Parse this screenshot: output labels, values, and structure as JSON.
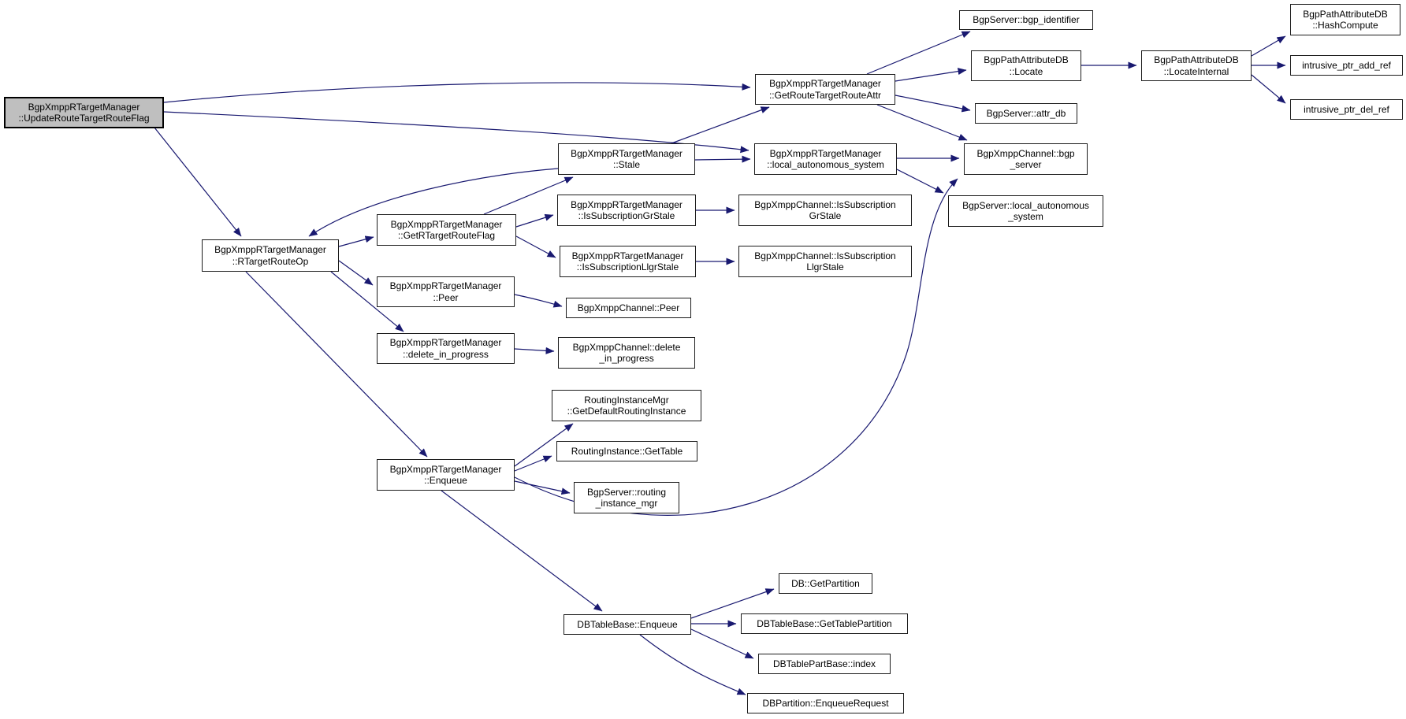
{
  "diagram": {
    "type": "call-graph",
    "background_color": "#ffffff",
    "edge_color": "#191970",
    "node_fill": "#ffffff",
    "node_border_color": "#1c1c1c",
    "root_node_fill": "#bfbfbf",
    "nodes": {
      "root": {
        "lines": [
          "BgpXmppRTargetManager",
          "::UpdateRouteTargetRouteFlag"
        ],
        "role": "root"
      },
      "rtarget_route_op": {
        "lines": [
          "BgpXmppRTargetManager",
          "::RTargetRouteOp"
        ]
      },
      "get_rtarget_route_flag": {
        "lines": [
          "BgpXmppRTargetManager",
          "::GetRTargetRouteFlag"
        ]
      },
      "mgr_peer": {
        "lines": [
          "BgpXmppRTargetManager",
          "::Peer"
        ]
      },
      "mgr_delete_in_progress": {
        "lines": [
          "BgpXmppRTargetManager",
          "::delete_in_progress"
        ]
      },
      "mgr_enqueue": {
        "lines": [
          "BgpXmppRTargetManager",
          "::Enqueue"
        ]
      },
      "stale": {
        "lines": [
          "BgpXmppRTargetManager",
          "::Stale"
        ]
      },
      "mgr_is_subscription_gr_stale": {
        "lines": [
          "BgpXmppRTargetManager",
          "::IsSubscriptionGrStale"
        ]
      },
      "mgr_is_subscription_llgr_stale": {
        "lines": [
          "BgpXmppRTargetManager",
          "::IsSubscriptionLlgrStale"
        ]
      },
      "channel_peer": {
        "lines": [
          "BgpXmppChannel::Peer"
        ]
      },
      "channel_delete_in_progress": {
        "lines": [
          "BgpXmppChannel::delete",
          "_in_progress"
        ]
      },
      "mgr_get_default_routing_instance": {
        "lines": [
          "RoutingInstanceMgr",
          "::GetDefaultRoutingInstance"
        ]
      },
      "routing_instance_get_table": {
        "lines": [
          "RoutingInstance::GetTable"
        ]
      },
      "server_routing_instance_mgr": {
        "lines": [
          "BgpServer::routing",
          "_instance_mgr"
        ]
      },
      "dbtablebase_enqueue": {
        "lines": [
          "DBTableBase::Enqueue"
        ]
      },
      "get_route_target_route_attr": {
        "lines": [
          "BgpXmppRTargetManager",
          "::GetRouteTargetRouteAttr"
        ]
      },
      "mgr_local_autonomous_system": {
        "lines": [
          "BgpXmppRTargetManager",
          "::local_autonomous_system"
        ]
      },
      "channel_is_subscription_gr_stale": {
        "lines": [
          "BgpXmppChannel::IsSubscription",
          "GrStale"
        ]
      },
      "channel_is_subscription_llgr_stale": {
        "lines": [
          "BgpXmppChannel::IsSubscription",
          "LlgrStale"
        ]
      },
      "db_get_partition": {
        "lines": [
          "DB::GetPartition"
        ]
      },
      "dbtablebase_get_table_partition": {
        "lines": [
          "DBTableBase::GetTablePartition"
        ]
      },
      "dbtablepartbase_index": {
        "lines": [
          "DBTablePartBase::index"
        ]
      },
      "dbpartition_enqueue_request": {
        "lines": [
          "DBPartition::EnqueueRequest"
        ]
      },
      "server_bgp_identifier": {
        "lines": [
          "BgpServer::bgp_identifier"
        ]
      },
      "pathattrdb_locate": {
        "lines": [
          "BgpPathAttributeDB",
          "::Locate"
        ]
      },
      "server_attr_db": {
        "lines": [
          "BgpServer::attr_db"
        ]
      },
      "channel_bgp_server": {
        "lines": [
          "BgpXmppChannel::bgp",
          "_server"
        ]
      },
      "server_local_autonomous_system": {
        "lines": [
          "BgpServer::local_autonomous",
          "_system"
        ]
      },
      "pathattrdb_locate_internal": {
        "lines": [
          "BgpPathAttributeDB",
          "::LocateInternal"
        ]
      },
      "pathattrdb_hash_compute": {
        "lines": [
          "BgpPathAttributeDB",
          "::HashCompute"
        ]
      },
      "intrusive_ptr_add_ref": {
        "lines": [
          "intrusive_ptr_add_ref"
        ]
      },
      "intrusive_ptr_del_ref": {
        "lines": [
          "intrusive_ptr_del_ref"
        ]
      }
    },
    "edges": [
      {
        "from": "root",
        "to": "get_route_target_route_attr"
      },
      {
        "from": "root",
        "to": "mgr_local_autonomous_system"
      },
      {
        "from": "root",
        "to": "rtarget_route_op"
      },
      {
        "from": "stale",
        "to": "rtarget_route_op"
      },
      {
        "from": "stale",
        "to": "get_route_target_route_attr"
      },
      {
        "from": "stale",
        "to": "mgr_local_autonomous_system"
      },
      {
        "from": "get_rtarget_route_flag",
        "to": "stale"
      },
      {
        "from": "rtarget_route_op",
        "to": "get_rtarget_route_flag"
      },
      {
        "from": "rtarget_route_op",
        "to": "mgr_peer"
      },
      {
        "from": "rtarget_route_op",
        "to": "mgr_delete_in_progress"
      },
      {
        "from": "rtarget_route_op",
        "to": "mgr_enqueue"
      },
      {
        "from": "get_rtarget_route_flag",
        "to": "mgr_is_subscription_gr_stale"
      },
      {
        "from": "get_rtarget_route_flag",
        "to": "mgr_is_subscription_llgr_stale"
      },
      {
        "from": "mgr_is_subscription_gr_stale",
        "to": "channel_is_subscription_gr_stale"
      },
      {
        "from": "mgr_is_subscription_llgr_stale",
        "to": "channel_is_subscription_llgr_stale"
      },
      {
        "from": "mgr_peer",
        "to": "channel_peer"
      },
      {
        "from": "mgr_delete_in_progress",
        "to": "channel_delete_in_progress"
      },
      {
        "from": "mgr_enqueue",
        "to": "mgr_get_default_routing_instance"
      },
      {
        "from": "mgr_enqueue",
        "to": "routing_instance_get_table"
      },
      {
        "from": "mgr_enqueue",
        "to": "server_routing_instance_mgr"
      },
      {
        "from": "mgr_enqueue",
        "to": "dbtablebase_enqueue"
      },
      {
        "from": "mgr_enqueue",
        "to": "channel_bgp_server"
      },
      {
        "from": "mgr_local_autonomous_system",
        "to": "channel_bgp_server"
      },
      {
        "from": "mgr_local_autonomous_system",
        "to": "server_local_autonomous_system"
      },
      {
        "from": "get_route_target_route_attr",
        "to": "server_bgp_identifier"
      },
      {
        "from": "get_route_target_route_attr",
        "to": "pathattrdb_locate"
      },
      {
        "from": "get_route_target_route_attr",
        "to": "server_attr_db"
      },
      {
        "from": "get_route_target_route_attr",
        "to": "channel_bgp_server"
      },
      {
        "from": "pathattrdb_locate",
        "to": "pathattrdb_locate_internal"
      },
      {
        "from": "pathattrdb_locate_internal",
        "to": "pathattrdb_hash_compute"
      },
      {
        "from": "pathattrdb_locate_internal",
        "to": "intrusive_ptr_add_ref"
      },
      {
        "from": "pathattrdb_locate_internal",
        "to": "intrusive_ptr_del_ref"
      },
      {
        "from": "dbtablebase_enqueue",
        "to": "db_get_partition"
      },
      {
        "from": "dbtablebase_enqueue",
        "to": "dbtablebase_get_table_partition"
      },
      {
        "from": "dbtablebase_enqueue",
        "to": "dbtablepartbase_index"
      },
      {
        "from": "dbtablebase_enqueue",
        "to": "dbpartition_enqueue_request"
      }
    ]
  }
}
